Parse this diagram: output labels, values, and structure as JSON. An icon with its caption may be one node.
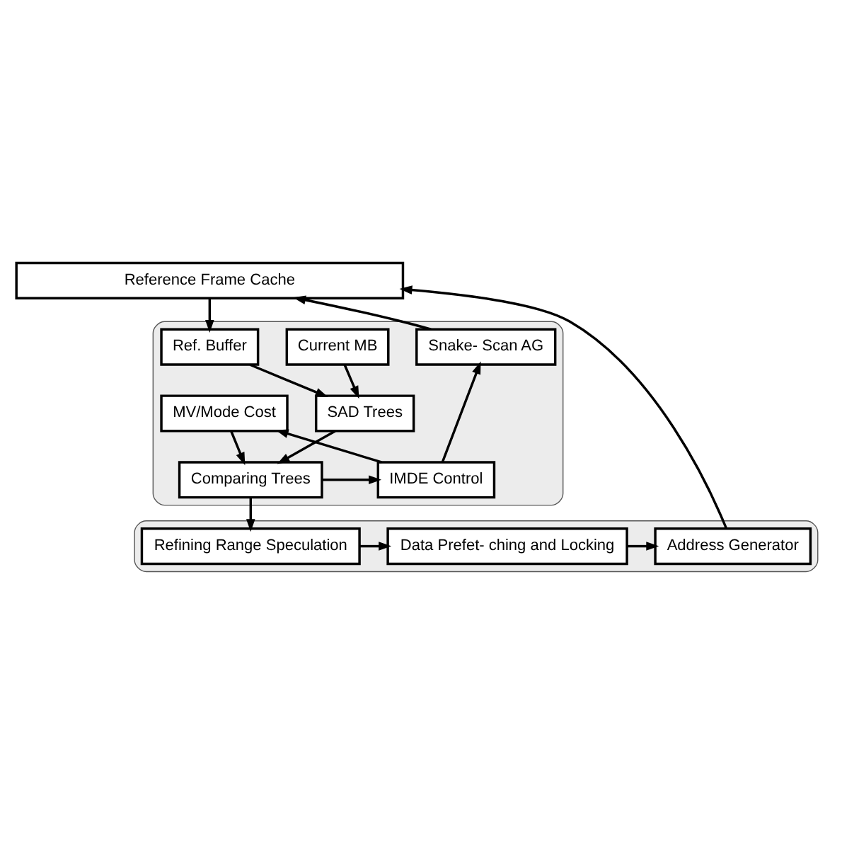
{
  "diagram": {
    "nodes": [
      {
        "text": [
          "Reference Frame Cache"
        ]
      },
      {
        "text": [],
        "shape": "box"
      },
      {
        "text": [
          "Snake- Scan AG"
        ],
        "in": 1
      },
      {
        "text": [
          "Current MB"
        ],
        "in": 1
      },
      {
        "text": [
          "Ref. Buffer"
        ],
        "in": 1
      },
      {
        "text": [
          "MV/Mode Cost"
        ],
        "in": 1
      },
      {
        "text": [
          "SAD Trees"
        ],
        "in": 1
      },
      {
        "text": [
          "IMDE Control"
        ],
        "in": 1
      },
      {
        "text": [
          "Comparing Trees"
        ],
        "in": 1
      },
      {
        "text": [],
        "shape": "box"
      },
      {
        "text": [
          "Address Generator"
        ],
        "in": 9
      },
      {
        "text": [
          "Data Prefet- ching and Locking"
        ],
        "in": 9
      },
      {
        "text": [
          "Refining Range Speculation"
        ],
        "in": 9
      }
    ],
    "edges": [
      {
        "from": 0,
        "to": 4,
        "arrow": "to"
      },
      {
        "from": 2,
        "to": 0,
        "arrow": "to"
      },
      {
        "from": 3,
        "to": 6,
        "arrow": "to"
      },
      {
        "from": 4,
        "to": 6,
        "arrow": "to"
      },
      {
        "from": 6,
        "to": 8,
        "arrow": "to"
      },
      {
        "from": 7,
        "to": 2,
        "arrow": "to"
      },
      {
        "from": 7,
        "to": 5,
        "arrow": "to"
      },
      {
        "from": 5,
        "to": 8,
        "arrow": "to"
      },
      {
        "from": 8,
        "to": 7,
        "arrow": "to"
      },
      {
        "from": 8,
        "to": 12,
        "arrow": "to"
      },
      {
        "from": 12,
        "to": 11,
        "arrow": "to"
      },
      {
        "from": 11,
        "to": 10,
        "arrow": "to"
      },
      {
        "from": 10,
        "to": 0,
        "arrow": "to"
      }
    ]
  }
}
